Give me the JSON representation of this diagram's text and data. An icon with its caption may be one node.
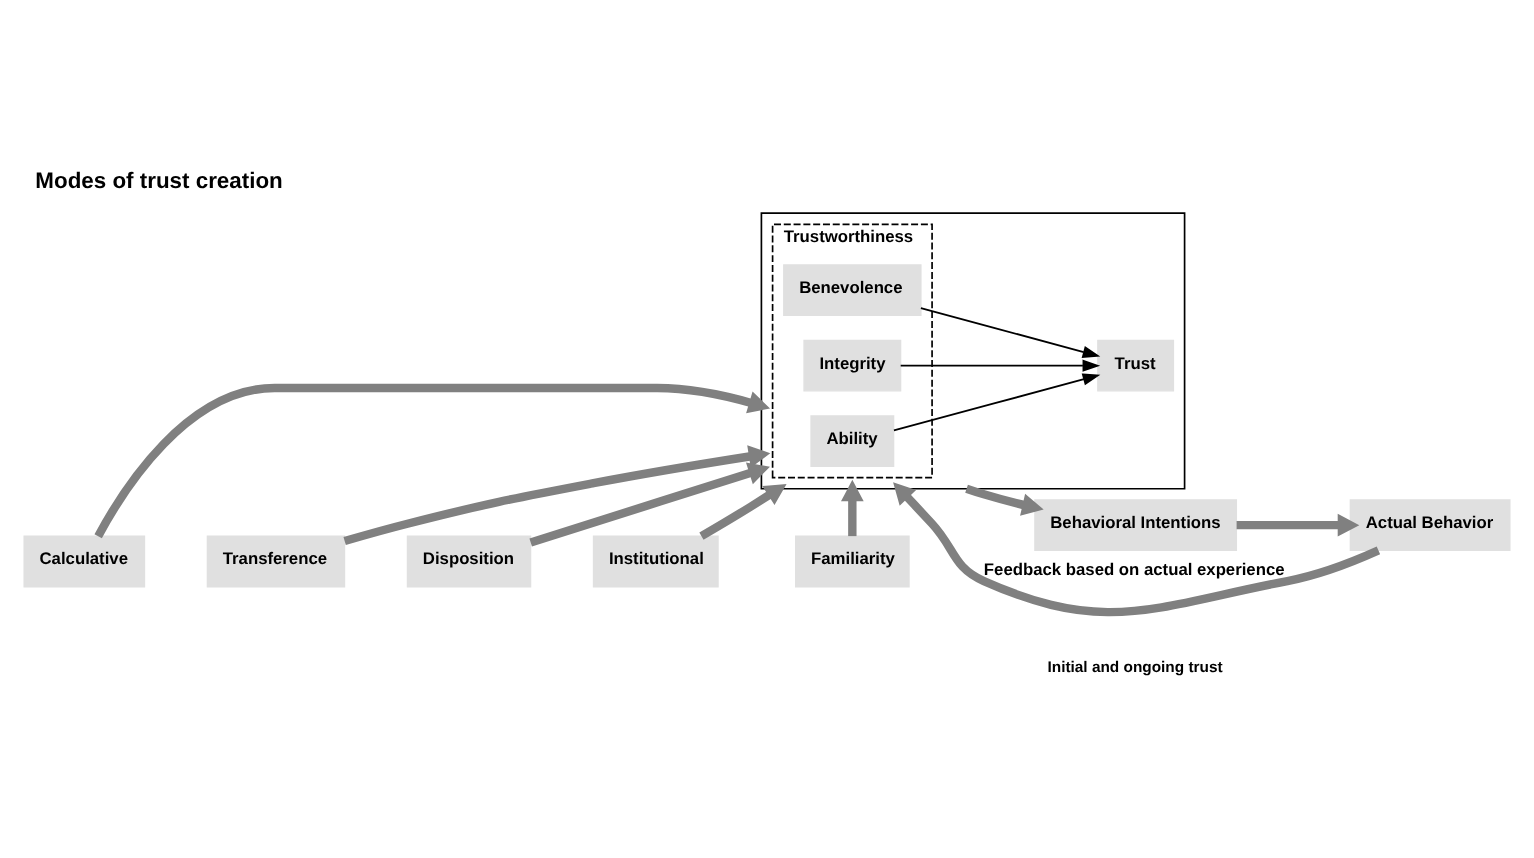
{
  "diagram": {
    "title": "Modes of trust creation",
    "nodes": [
      {
        "text": [
          "Calculative"
        ]
      },
      {
        "text": [
          "Transference"
        ]
      },
      {
        "text": [
          "Disposition"
        ]
      },
      {
        "text": [
          "Institutional"
        ]
      },
      {
        "text": [],
        "shape": "box"
      },
      {
        "text": [
          "Trustworthiness"
        ],
        "in": 4
      },
      {
        "text": [
          "Ability"
        ],
        "in": 5
      },
      {
        "text": [
          "Integrity"
        ],
        "in": 5
      },
      {
        "text": [
          "Benevolence"
        ],
        "in": 5
      },
      {
        "text": [
          "Trust"
        ],
        "in": 4
      },
      {
        "text": [
          "Behavioral Intentions"
        ]
      },
      {
        "text": [
          "Actual Behavior"
        ]
      },
      {
        "text": [
          "Familiarity"
        ]
      }
    ],
    "edges": [
      {
        "from": 0,
        "to": 4,
        "arrow": "to"
      },
      {
        "from": 1,
        "to": 4,
        "arrow": "to"
      },
      {
        "from": 2,
        "to": 4,
        "arrow": "to"
      },
      {
        "from": 3,
        "to": 4,
        "arrow": "to"
      },
      {
        "from": 6,
        "to": 9,
        "arrow": "to",
        "color": "#000000"
      },
      {
        "from": 7,
        "to": 9,
        "arrow": "to",
        "color": "#000000"
      },
      {
        "from": 8,
        "to": 9,
        "arrow": "to",
        "color": "#000000"
      },
      {
        "from": 4,
        "to": 10,
        "arrow": "to"
      },
      {
        "from": 10,
        "to": 11,
        "arrow": "to"
      },
      {
        "from": 12,
        "to": 4,
        "arrow": "to"
      },
      {
        "from": 11,
        "to": 4,
        "arrow": "to",
        "label": "Feedback based on actual experience"
      }
    ],
    "labels": [
      "Initial and ongoing trust"
    ]
  }
}
